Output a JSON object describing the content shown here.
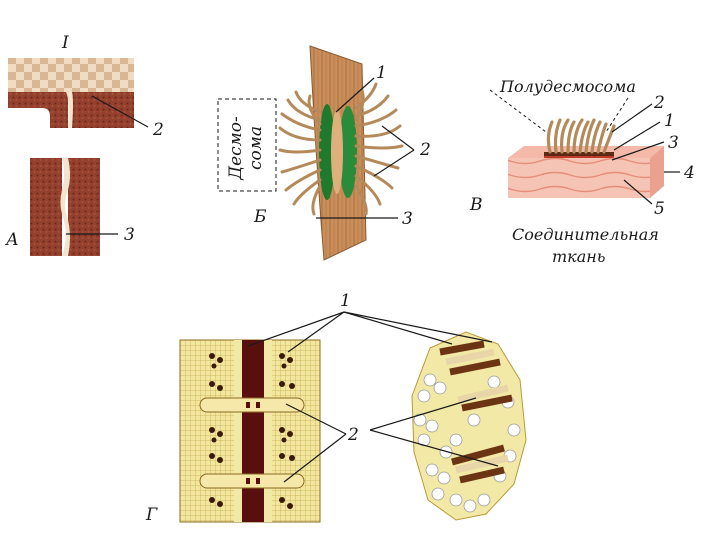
{
  "panels": {
    "A": {
      "letter": "А",
      "roman": "I",
      "labels": [
        "2",
        "3"
      ]
    },
    "B": {
      "letter": "Б",
      "boxed_title": "Десмо-сома",
      "boxed_line1": "Десмо-",
      "boxed_line2": "сома",
      "labels": [
        "1",
        "2",
        "3"
      ]
    },
    "V": {
      "letter": "В",
      "title": "Полудесмосома",
      "caption_line1": "Соединительная",
      "caption_line2": "ткань",
      "labels": [
        "1",
        "2",
        "3",
        "4",
        "5"
      ]
    },
    "G": {
      "letter": "Г",
      "labels": [
        "1",
        "2"
      ]
    }
  },
  "colors": {
    "tissue_brown": "#8b3a2a",
    "tissue_light": "#e8c9a8",
    "pale_yellow": "#f3e9a6",
    "dark_maroon": "#5a0f0f",
    "desmosome_green": "#1f7a2e",
    "fiber_tan": "#b58a5a",
    "connective_pink": "#f2b3a3"
  }
}
